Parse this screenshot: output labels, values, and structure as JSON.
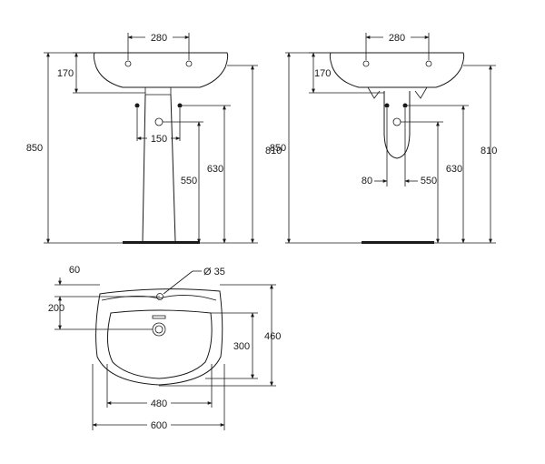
{
  "dimensions": {
    "front": {
      "tap_spacing": "280",
      "basin_height": "170",
      "overall_height": "850",
      "rim_height": "810",
      "waste_height": "630",
      "supply_height": "550",
      "supply_spacing": "150"
    },
    "side": {
      "tap_spacing": "280",
      "basin_height": "170",
      "overall_height": "850",
      "rim_height": "810",
      "waste_height": "630",
      "supply_height": "550",
      "supply_spacing": "80"
    },
    "plan": {
      "tap_offset": "60",
      "tap_hole": "Ø 35",
      "tap_to_waste": "200",
      "bowl_depth": "300",
      "overall_depth": "460",
      "bowl_width": "480",
      "overall_width": "600"
    }
  }
}
